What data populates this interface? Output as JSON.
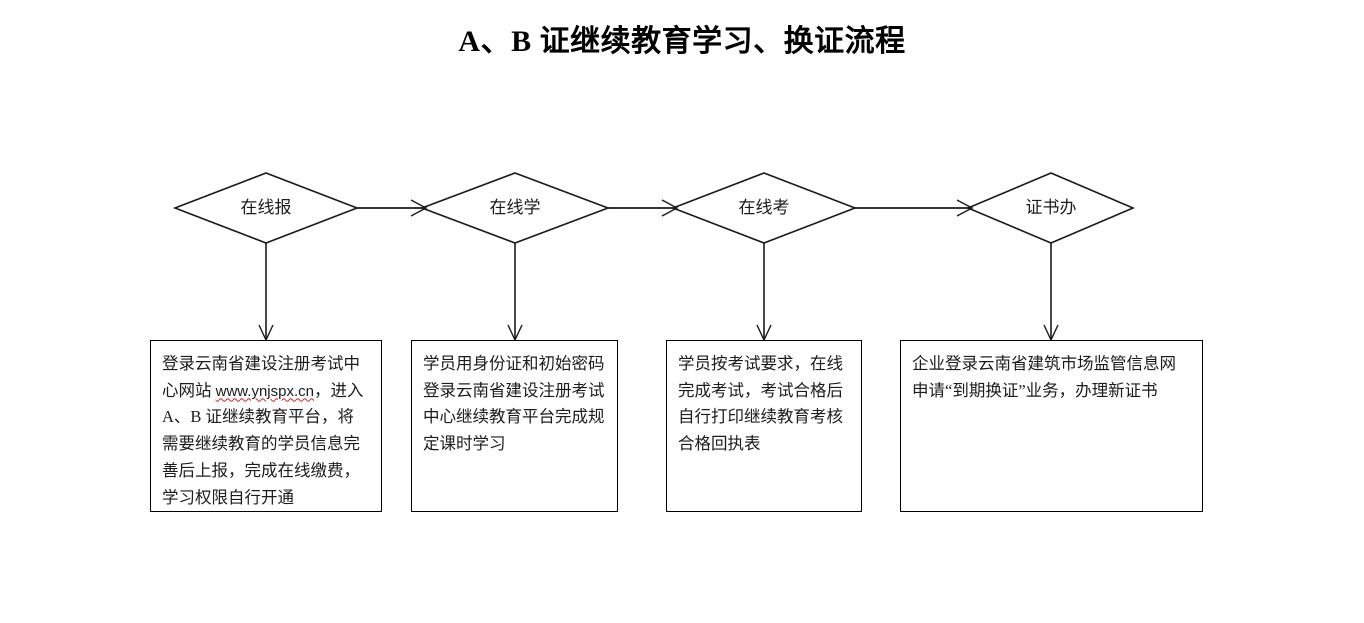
{
  "document": {
    "title": "A、B 证继续教育学习、换证流程"
  },
  "flow": {
    "nodes": [
      {
        "id": "node-1",
        "label": "在线报",
        "shape": "diamond"
      },
      {
        "id": "node-2",
        "label": "在线学",
        "shape": "diamond"
      },
      {
        "id": "node-3",
        "label": "在线考",
        "shape": "diamond"
      },
      {
        "id": "node-4",
        "label": "证书办",
        "shape": "diamond"
      }
    ],
    "boxes": [
      {
        "id": "box-1",
        "text_before_url": "登录云南省建设注册考试中心网站 ",
        "url": "www.ynjspx.cn",
        "text_after_url": "，进入 A、B 证继续教育平台，将需要继续教育的学员信息完善后上报，完成在线缴费，学习权限自行开通"
      },
      {
        "id": "box-2",
        "text": "学员用身份证和初始密码登录云南省建设注册考试中心继续教育平台完成规定课时学习"
      },
      {
        "id": "box-3",
        "text": "学员按考试要求，在线完成考试，考试合格后自行打印继续教育考核合格回执表"
      },
      {
        "id": "box-4",
        "text": "企业登录云南省建筑市场监管信息网申请“到期换证”业务，办理新证书"
      }
    ],
    "connectors": [
      {
        "id": "connector-1-2",
        "from": "node-1",
        "to": "node-2",
        "direction": "right"
      },
      {
        "id": "connector-2-3",
        "from": "node-2",
        "to": "node-3",
        "direction": "right"
      },
      {
        "id": "connector-3-4",
        "from": "node-3",
        "to": "node-4",
        "direction": "right"
      },
      {
        "id": "connector-node1-box1",
        "from": "node-1",
        "to": "box-1",
        "direction": "down"
      },
      {
        "id": "connector-node2-box2",
        "from": "node-2",
        "to": "box-2",
        "direction": "down"
      },
      {
        "id": "connector-node3-box3",
        "from": "node-3",
        "to": "box-3",
        "direction": "down"
      },
      {
        "id": "connector-node4-box4",
        "from": "node-4",
        "to": "box-4",
        "direction": "down"
      }
    ]
  },
  "colors": {
    "background": "#ffffff",
    "stroke": "#1a1a1a",
    "text": "#1c1c1c",
    "spellcheck_underline": "#d22020"
  }
}
